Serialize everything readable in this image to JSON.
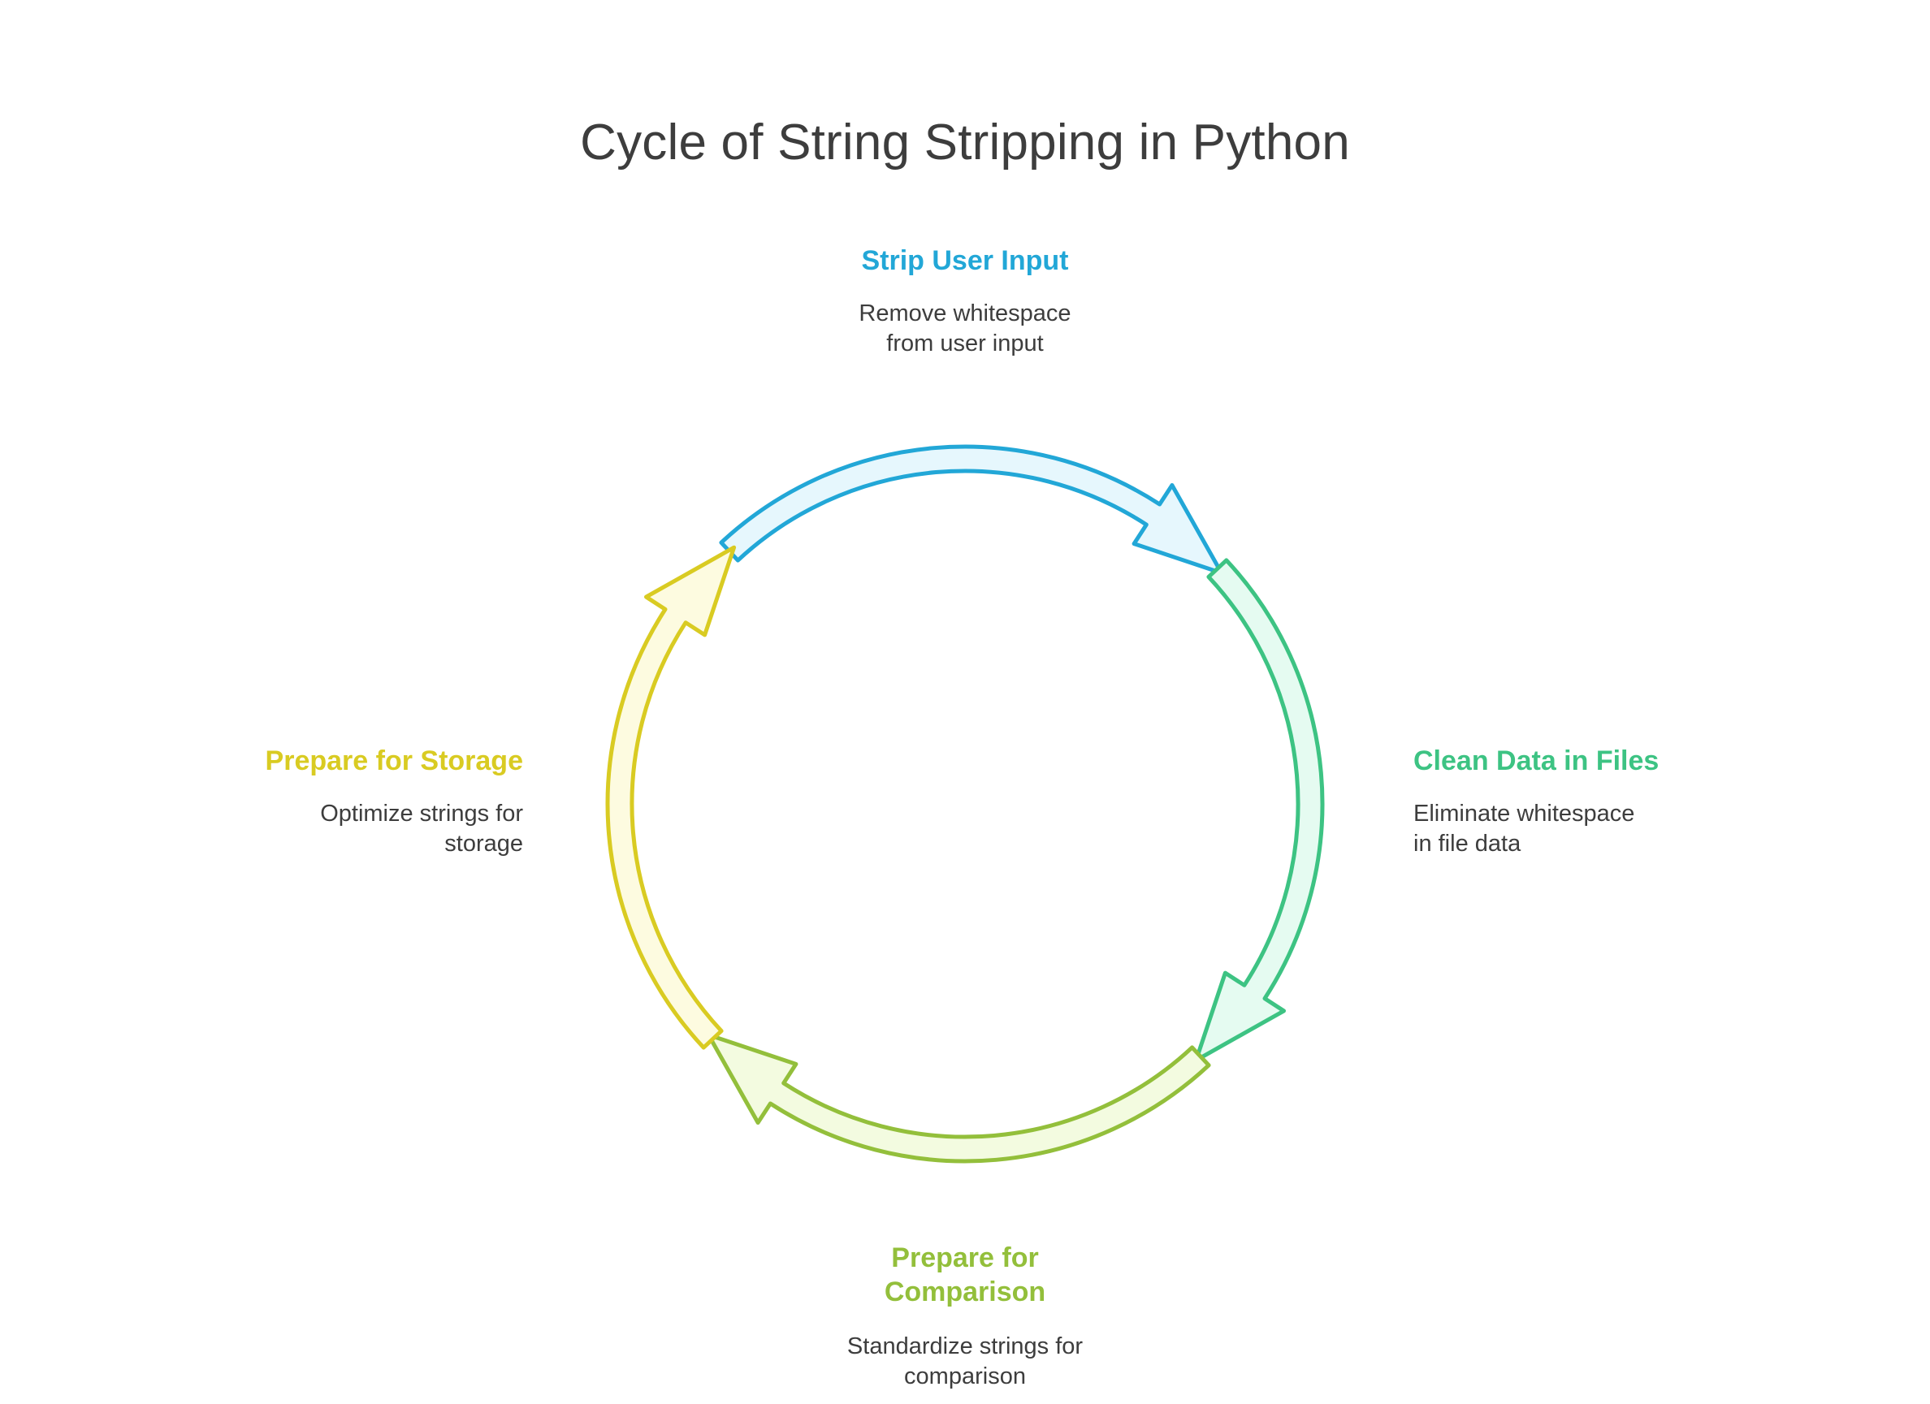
{
  "title": "Cycle of String Stripping in Python",
  "colors": {
    "blue": "#22a7d7",
    "blue_fill": "#e6f7fd",
    "green": "#3dc383",
    "green_fill": "#e5fbf1",
    "lime": "#93bf3b",
    "lime_fill": "#f3fbe0",
    "yellow": "#d9cb22",
    "yellow_fill": "#fdfbe0",
    "text": "#3d3d3d"
  },
  "steps": [
    {
      "label": "Strip User Input",
      "description": "Remove whitespace from user input",
      "icon": "arrow-clockwise-top-icon"
    },
    {
      "label": "Clean Data in Files",
      "description": "Eliminate whitespace in file data",
      "icon": "arrow-clockwise-right-icon"
    },
    {
      "label": "Prepare for Comparison",
      "description": "Standardize strings for comparison",
      "icon": "arrow-clockwise-bottom-icon"
    },
    {
      "label": "Prepare for Storage",
      "description": "Optimize strings for storage",
      "icon": "arrow-clockwise-left-icon"
    }
  ]
}
